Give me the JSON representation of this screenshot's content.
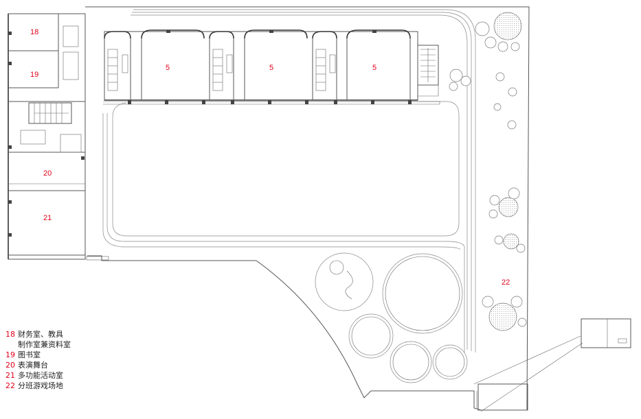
{
  "rooms": {
    "r18": "18",
    "r19": "19",
    "r20": "20",
    "r21": "21",
    "r22": "22",
    "class_a": "5",
    "class_b": "5",
    "class_c": "5"
  },
  "legend": [
    {
      "num": "18",
      "lines": [
        "财务室、教具",
        "制作室兼资料室"
      ]
    },
    {
      "num": "19",
      "lines": [
        "图书室"
      ]
    },
    {
      "num": "20",
      "lines": [
        "表演舞台"
      ]
    },
    {
      "num": "21",
      "lines": [
        "多功能活动室"
      ]
    },
    {
      "num": "22",
      "lines": [
        "分班游戏场地"
      ]
    }
  ],
  "colors": {
    "room_number": "#e0001a",
    "line": "#555555"
  }
}
